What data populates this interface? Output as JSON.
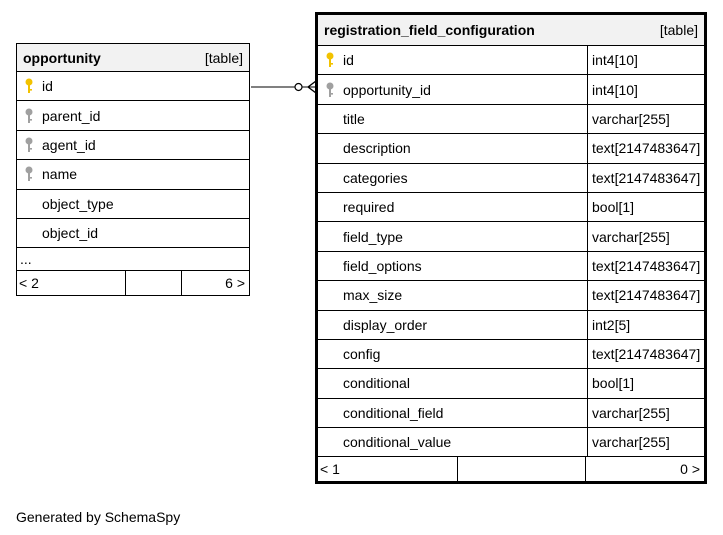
{
  "opportunity": {
    "name": "opportunity",
    "kind": "[table]",
    "columns": [
      {
        "name": "id",
        "key": "primary-key-icon"
      },
      {
        "name": "parent_id",
        "key": "foreign-key-icon"
      },
      {
        "name": "agent_id",
        "key": "foreign-key-icon"
      },
      {
        "name": "name",
        "key": "foreign-key-icon"
      },
      {
        "name": "object_type",
        "key": ""
      },
      {
        "name": "object_id",
        "key": ""
      }
    ],
    "ellipsis": "...",
    "parents": "< 2",
    "children": "6 >"
  },
  "registration": {
    "name": "registration_field_configuration",
    "kind": "[table]",
    "columns": [
      {
        "name": "id",
        "type": "int4[10]",
        "key": "primary-key-icon"
      },
      {
        "name": "opportunity_id",
        "type": "int4[10]",
        "key": "foreign-key-icon"
      },
      {
        "name": "title",
        "type": "varchar[255]",
        "key": ""
      },
      {
        "name": "description",
        "type": "text[2147483647]",
        "key": ""
      },
      {
        "name": "categories",
        "type": "text[2147483647]",
        "key": ""
      },
      {
        "name": "required",
        "type": "bool[1]",
        "key": ""
      },
      {
        "name": "field_type",
        "type": "varchar[255]",
        "key": ""
      },
      {
        "name": "field_options",
        "type": "text[2147483647]",
        "key": ""
      },
      {
        "name": "max_size",
        "type": "text[2147483647]",
        "key": ""
      },
      {
        "name": "display_order",
        "type": "int2[5]",
        "key": ""
      },
      {
        "name": "config",
        "type": "text[2147483647]",
        "key": ""
      },
      {
        "name": "conditional",
        "type": "bool[1]",
        "key": ""
      },
      {
        "name": "conditional_field",
        "type": "varchar[255]",
        "key": ""
      },
      {
        "name": "conditional_value",
        "type": "varchar[255]",
        "key": ""
      }
    ],
    "parents": "< 1",
    "children": "0 >"
  },
  "colors": {
    "primary_key": "#f2c200",
    "foreign_key": "#a0a0a0"
  },
  "generated_by": "Generated by SchemaSpy"
}
